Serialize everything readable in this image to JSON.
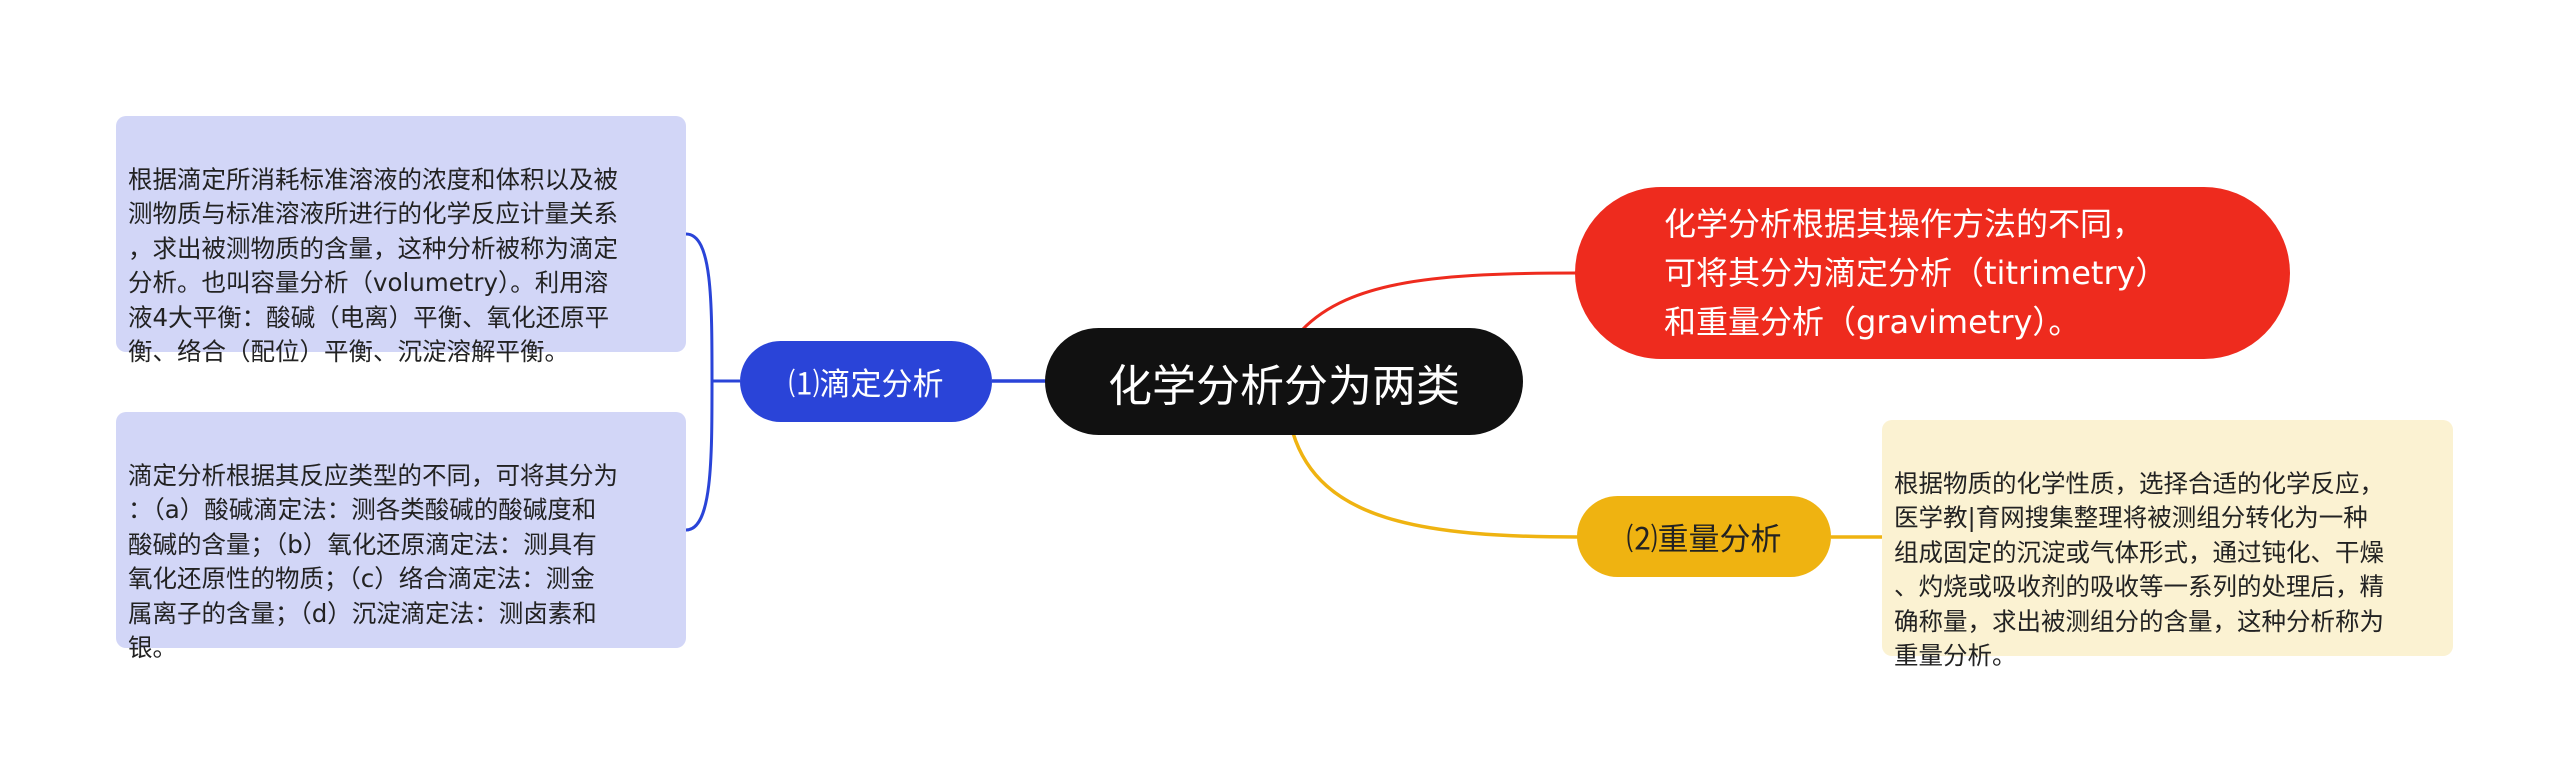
{
  "root": {
    "label": "化学分析分为两类"
  },
  "definition": {
    "text": "化学分析根据其操作方法的不同，\n可将其分为滴定分析（titrimetry）\n和重量分析（gravimetry）。"
  },
  "titration": {
    "label": "⑴滴定分析",
    "details": [
      "根据滴定所消耗标准溶液的浓度和体积以及被\n测物质与标准溶液所进行的化学反应计量关系\n，求出被测物质的含量，这种分析被称为滴定\n分析。也叫容量分析（volumetry）。利用溶\n液4大平衡：酸碱（电离）平衡、氧化还原平\n衡、络合（配位）平衡、沉淀溶解平衡。",
      "滴定分析根据其反应类型的不同，可将其分为\n：（a）酸碱滴定法：测各类酸碱的酸碱度和\n酸碱的含量；（b）氧化还原滴定法：测具有\n氧化还原性的物质；（c）络合滴定法：测金\n属离子的含量；（d）沉淀滴定法：测卤素和\n银。"
    ]
  },
  "gravimetry": {
    "label": "⑵重量分析",
    "detail": "根据物质的化学性质，选择合适的化学反应，\n医学教|育网搜集整理将被测组分转化为一种\n组成固定的沉淀或气体形式，通过钝化、干燥\n、灼烧或吸收剂的吸收等一系列的处理后，精\n确称量，求出被测组分的含量，这种分析称为\n重量分析。"
  },
  "colors": {
    "root": "#111111",
    "definition": "#ee2b1e",
    "titration": "#2a44d8",
    "titration_card": "#d2d6f7",
    "gravimetry": "#efb311",
    "gravimetry_card": "#fbf2d2"
  }
}
